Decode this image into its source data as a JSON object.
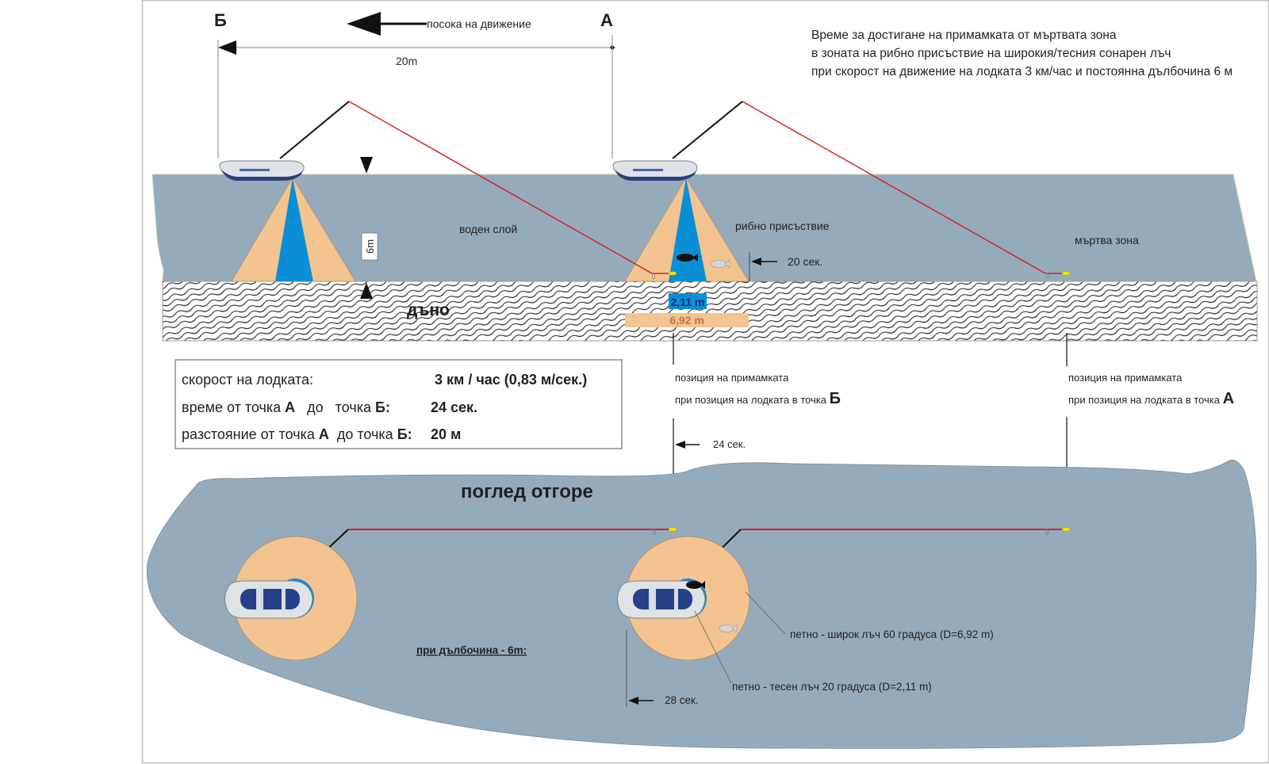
{
  "title": {
    "lines": [
      "Време за достигане на примамката от мъртвата зона",
      "в зоната на рибно присъствие на широкия/тесния сонарен лъч",
      "при скорост на движение на лодката 3 км/час и постоянна дълбочина 6 м"
    ]
  },
  "side_view": {
    "point_b": "Б",
    "point_a": "А",
    "direction_label": "посока на движение",
    "distance_label": "20m",
    "depth_label": "6m",
    "water_layer_label": "воден слой",
    "fish_presence_label": "рибно присъствие",
    "dead_zone_label": "мъртва зона",
    "bottom_label": "дъно",
    "time_20_label": "20 сек.",
    "narrow_beam_width": "2,11 m",
    "wide_beam_width": "6,92 m"
  },
  "info_box": {
    "speed_label": "скорост на лодката:",
    "speed_value": "3 км / час  (0,83 м/сек.)",
    "time_prefix": "време от точка ",
    "time_a": "А",
    "time_mid": "   до   точка ",
    "time_b": "Б:",
    "time_value": "24 сек.",
    "distance_prefix": "разстояние от точка ",
    "distance_a": "А",
    "distance_mid": "  до точка ",
    "distance_b": "Б:",
    "distance_value": "20 м"
  },
  "lure_positions": {
    "b_line1": "позиция на примамката",
    "b_line2": "при позиция на лодката в точка ",
    "b_point": "Б",
    "a_line1": "позиция на примамката",
    "a_line2": "при позиция на лодката в точка ",
    "a_point": "А",
    "time_24_label": "24 сек."
  },
  "top_view": {
    "heading": "поглед отгоре",
    "depth_note": "при дълбочина - 6m:",
    "wide_spot_label": "петно - широк лъч 60 градуса (D=6,92 m)",
    "narrow_spot_label": "петно - тесен лъч 20 градуса (D=2,11 m)",
    "time_28_label": "28 сек."
  },
  "colors": {
    "water": "#95abbc",
    "wide_beam": "#f4c490",
    "narrow_beam": "#0a8fd6",
    "fishing_line": "#d2232a",
    "lure": "#f3e600"
  }
}
